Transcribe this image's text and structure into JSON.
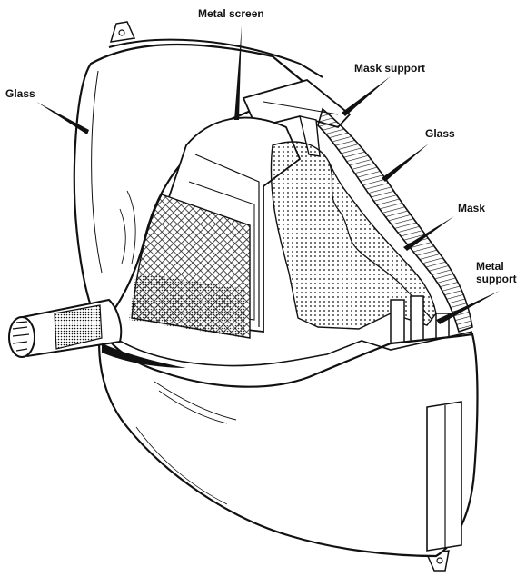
{
  "labels": {
    "metal_screen": "Metal screen",
    "mask_support": "Mask support",
    "glass_left": "Glass",
    "glass_right": "Glass",
    "mask": "Mask",
    "metal_support_line1": "Metal",
    "metal_support_line2": "support"
  },
  "colors": {
    "ink": "#111111",
    "paper": "#ffffff"
  }
}
